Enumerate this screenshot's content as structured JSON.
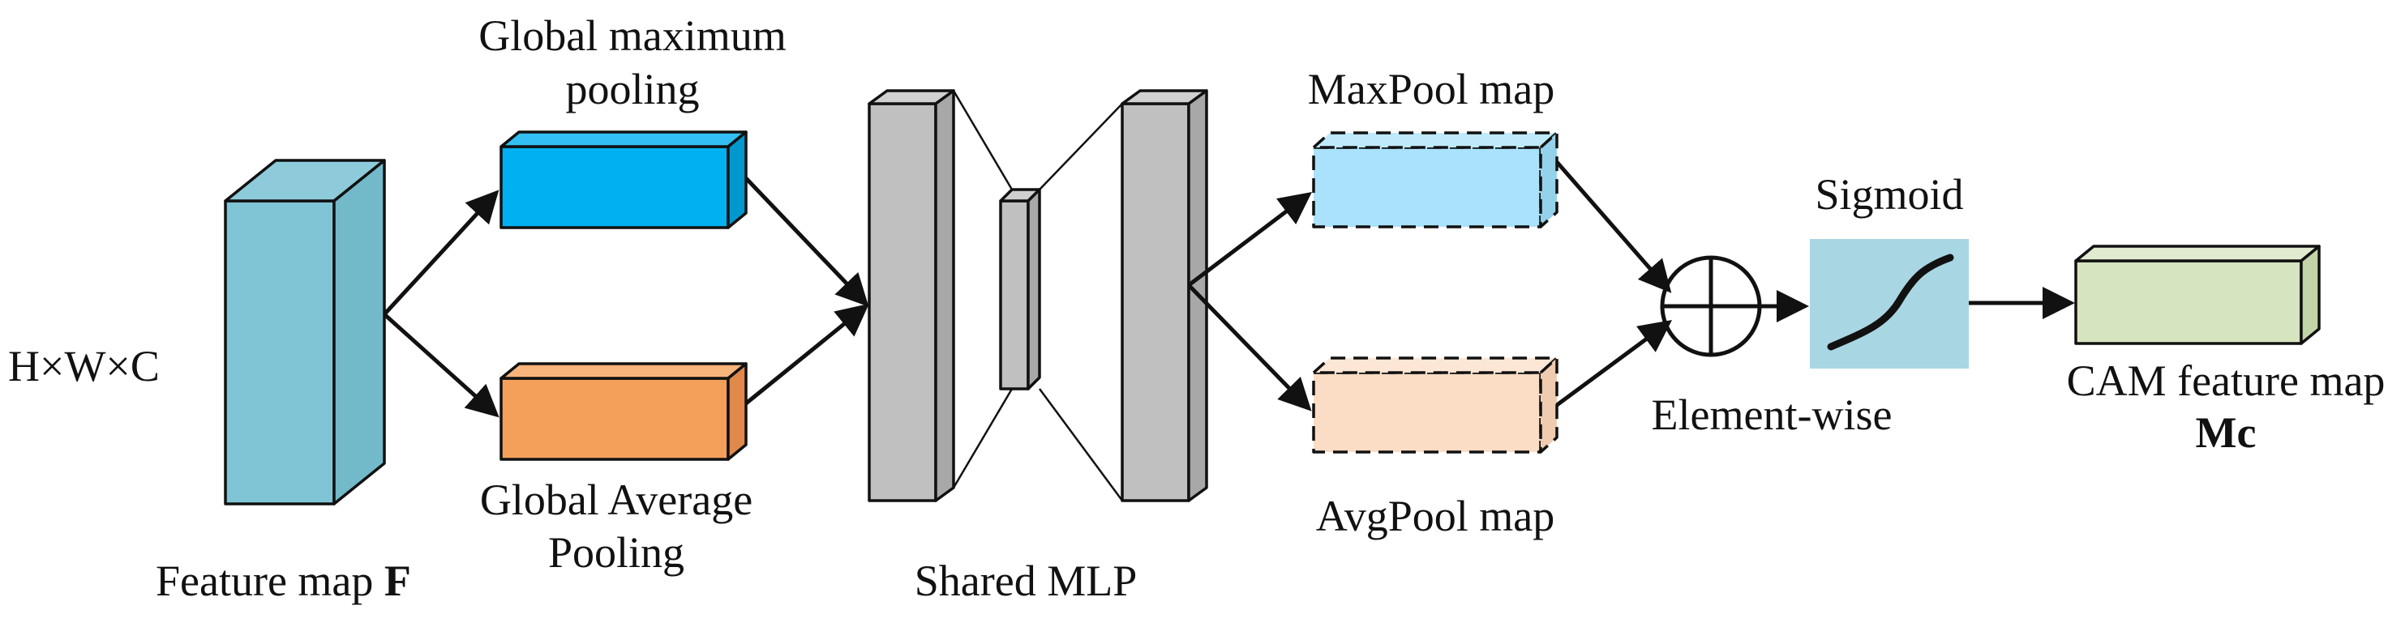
{
  "labels": {
    "input_dims": "H×W×C",
    "feature_map": "Feature map ",
    "feature_map_symbol": "F",
    "gmp_line1": "Global maximum",
    "gmp_line2": "pooling",
    "gap_line1": "Global Average",
    "gap_line2": "Pooling",
    "shared_mlp": "Shared MLP",
    "maxpool_map": "MaxPool map",
    "avgpool_map": "AvgPool map",
    "element_wise": "Element-wise",
    "sigmoid": "Sigmoid",
    "cam_line1": "CAM feature map",
    "cam_line2": "Mc"
  },
  "colors": {
    "feature_map": "#7fc5d6",
    "maxpool_block": "#00b0f0",
    "avgpool_block": "#f4a05a",
    "mlp_layer": "#c0c0c0",
    "maxpool_map": "#a9e2fa",
    "avgpool_map": "#fbdcc5",
    "sigmoid_panel": "#a9d6e3",
    "cam_output": "#d6e4c0"
  }
}
